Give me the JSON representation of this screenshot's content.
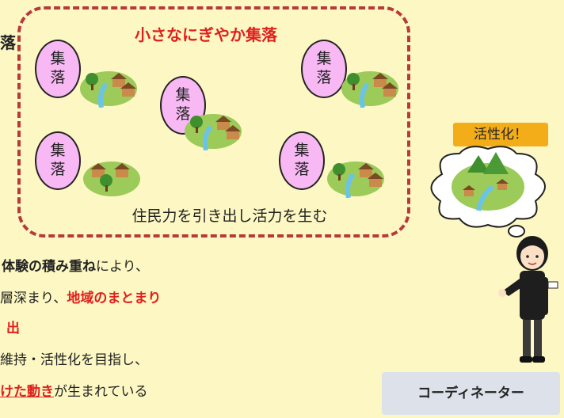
{
  "edge_fragment": "落",
  "frame": {
    "title": "小さなにぎやか集落",
    "caption": "住民力を引き出し活力を生む"
  },
  "village_badge": {
    "line1": "集",
    "line2": "落"
  },
  "body_text": {
    "line1_bold": "体験の積み重ね",
    "line1_rest": "により、",
    "line2_plain": "層深まり、",
    "line2_red": "地域のまとまり",
    "line3_red": "出",
    "line4": "維持・活性化を目指し、",
    "line5_red": "けた動き",
    "line5_rest": "が生まれている"
  },
  "activation_label": "活性化！",
  "coordinator_label": "コーディネーター",
  "colors": {
    "background": "#fdf7c3",
    "frame_border": "#b73a3a",
    "accent_red": "#e0201d",
    "badge_pink": "#f7b8f3",
    "orange_label": "#f3ad18",
    "coordinator_box": "#dde1ea"
  }
}
